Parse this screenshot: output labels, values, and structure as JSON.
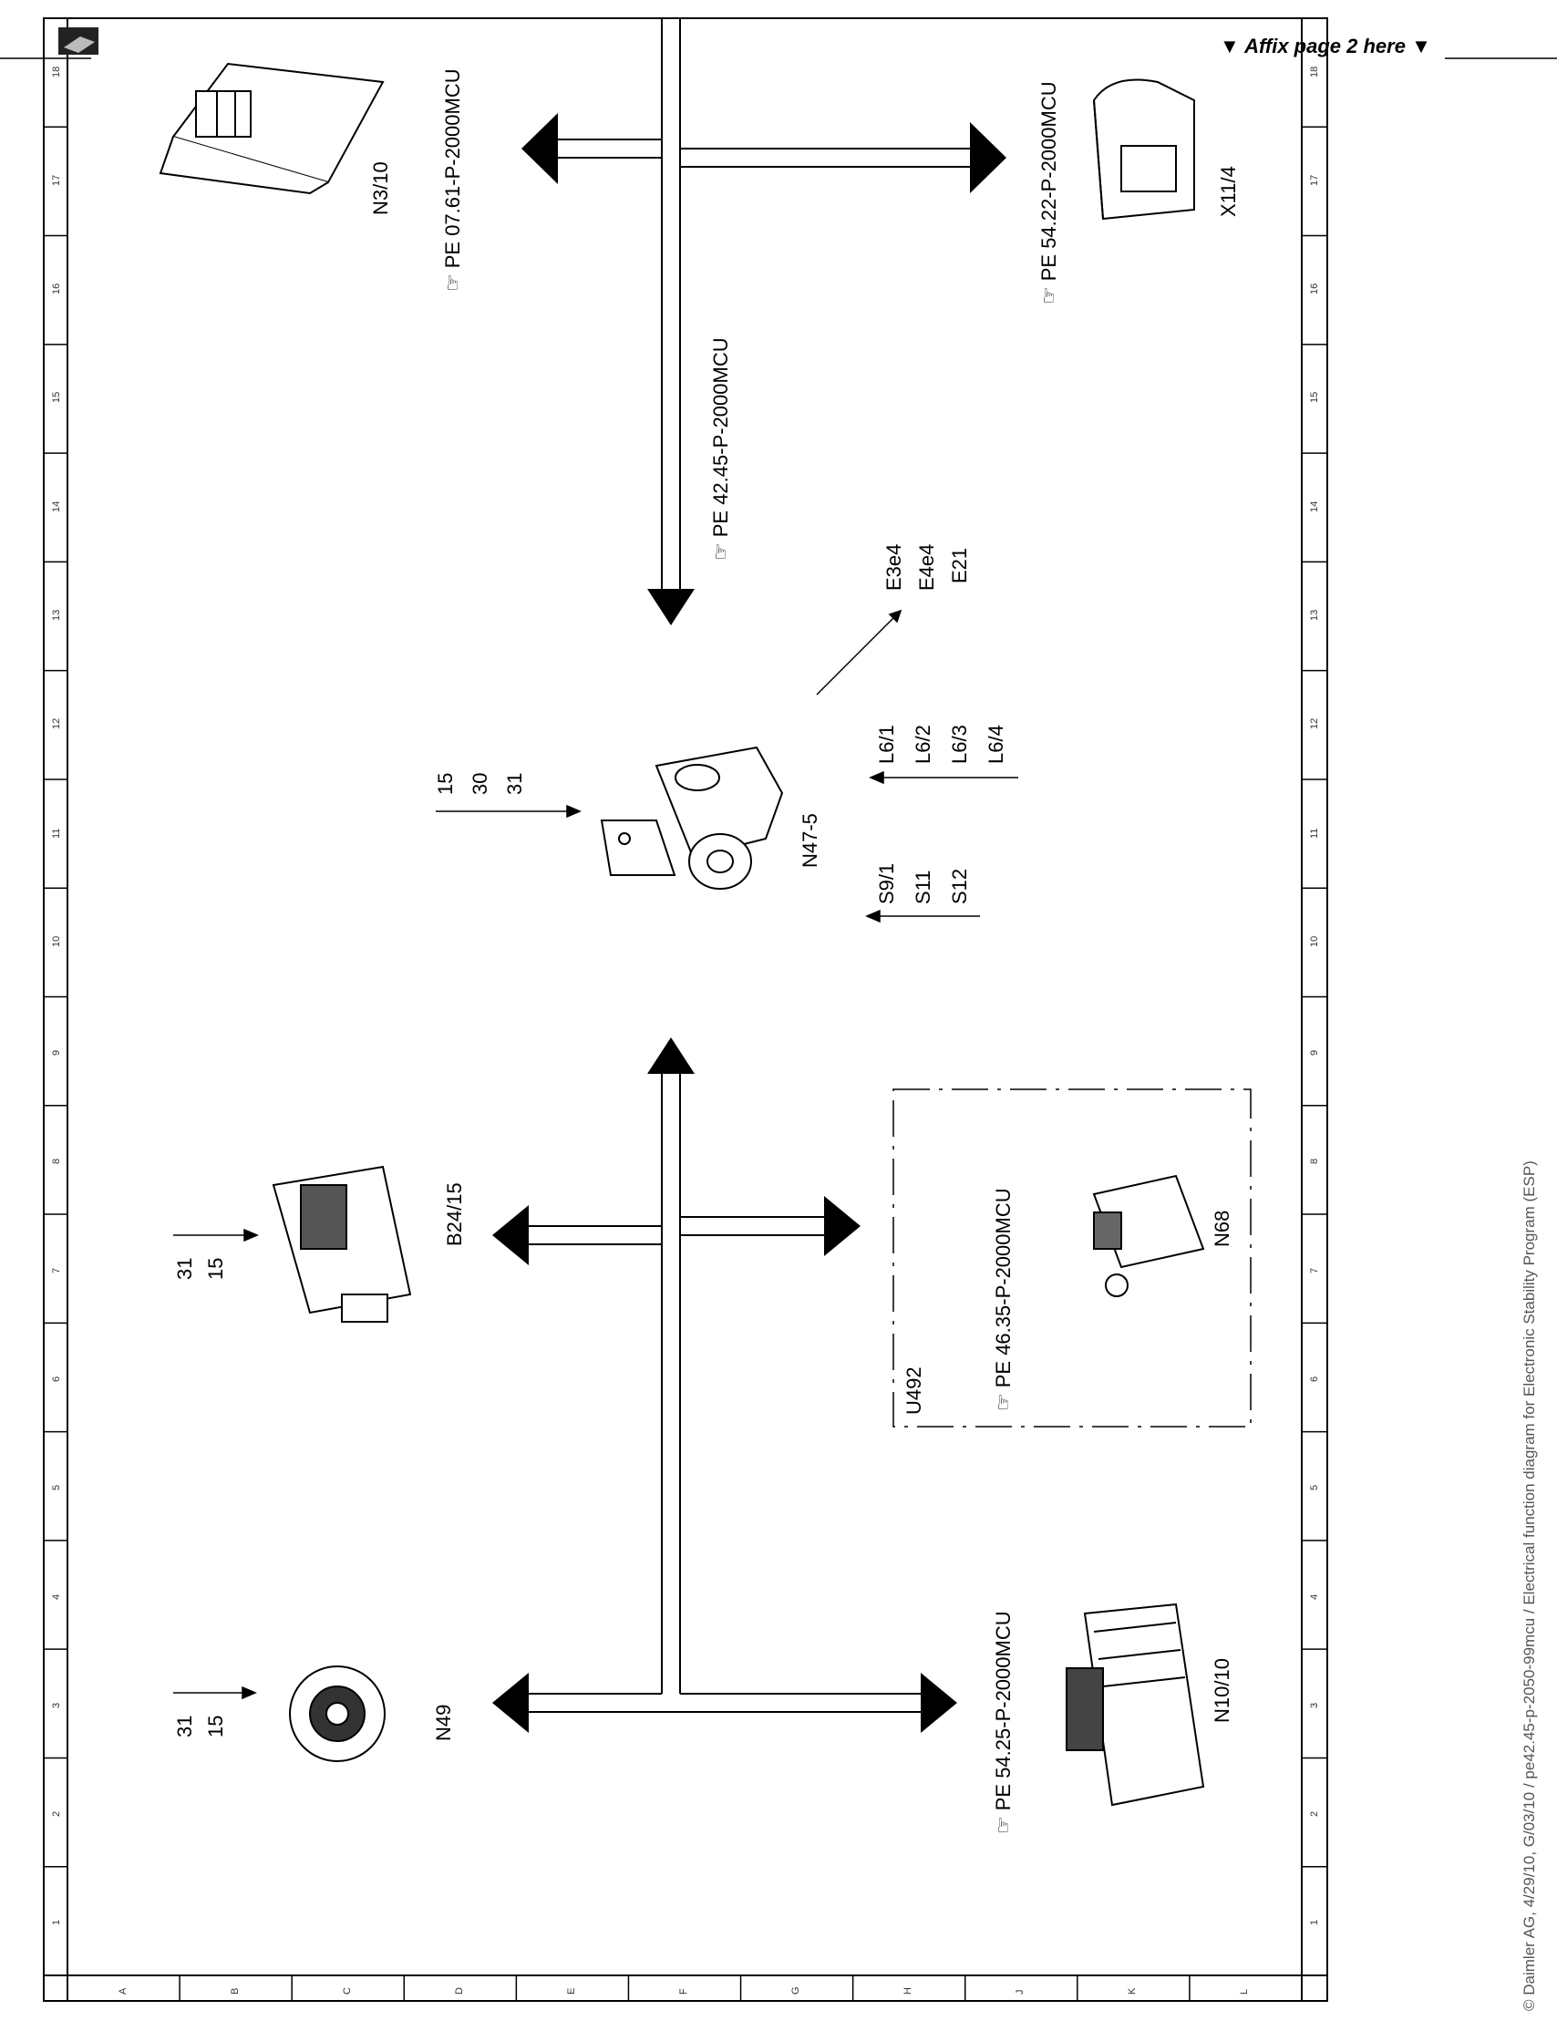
{
  "header": {
    "affix_label": "▼ Affix page 2 here ▼"
  },
  "components": {
    "n3_10": "N3/10",
    "x11_4": "X11/4",
    "n47_5": "N47-5",
    "b24_15": "B24/15",
    "n68": "N68",
    "u492": "U492",
    "n49": "N49",
    "n10_10": "N10/10"
  },
  "references": {
    "pe_07_61": "PE 07.61-P-2000MCU",
    "pe_54_22": "PE 54.22-P-2000MCU",
    "pe_42_45": "PE 42.45-P-2000MCU",
    "pe_46_35": "PE 46.35-P-2000MCU",
    "pe_54_25": "PE 54.25-P-2000MCU"
  },
  "signals": {
    "n47_power": [
      "15",
      "30",
      "31"
    ],
    "e_group": [
      "E3e4",
      "E4e4",
      "E21"
    ],
    "l_group": [
      "L6/1",
      "L6/2",
      "L6/3",
      "L6/4"
    ],
    "s_group": [
      "S9/1",
      "S11",
      "S12"
    ],
    "b24_power": [
      "31",
      "15"
    ],
    "n49_power": [
      "31",
      "15"
    ]
  },
  "grid": {
    "columns": [
      "1",
      "2",
      "3",
      "4",
      "5",
      "6",
      "7",
      "8",
      "9",
      "10",
      "11",
      "12",
      "13",
      "14",
      "15",
      "16",
      "17",
      "18"
    ],
    "rows": [
      "A",
      "B",
      "C",
      "D",
      "E",
      "F",
      "G",
      "H",
      "J",
      "K",
      "L"
    ]
  },
  "footer": {
    "copyright": "© Daimler AG, 4/29/10, G/03/10 / pe42.45-p-2050-99mcu / Electrical function diagram for Electronic Stability Program (ESP)"
  }
}
